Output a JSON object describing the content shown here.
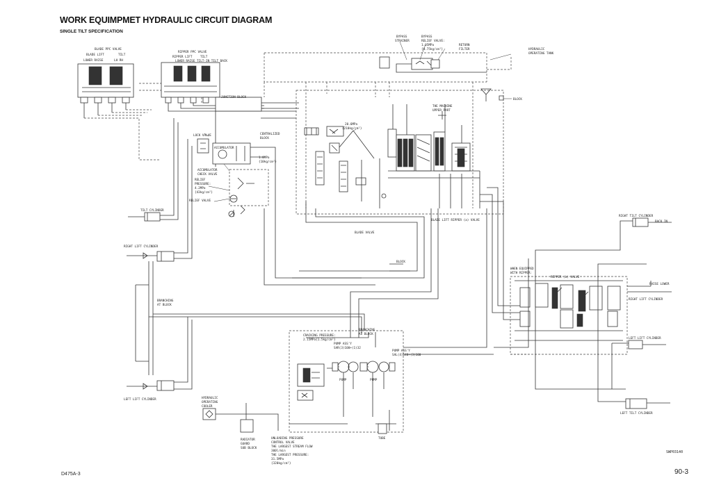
{
  "header": {
    "title": "WORK EQUIMPMET HYDRAULIC CIRCUIT DIAGRAM",
    "subtitle": "SINGLE TILT SPECIFICATION"
  },
  "footer": {
    "model": "D475A-3",
    "page": "90-3",
    "figure_code": "SWP03140"
  },
  "labels": {
    "blade_ppc": "BLADE PPC VALVE",
    "blade_lift": "BLADE LIFT",
    "tilt": "TILT",
    "lower_raise": "LOWER  RAISE",
    "lr": "LH  RH",
    "ripper_ppc": "RIPPER PPC VALVE",
    "ripper_lift": "RIPPER LIFT",
    "ripper_tilt": "TILT",
    "ripper_modes": "LOWER RAISE TILT-IN TILT BACK",
    "junction": "JUNCTION BLOCK",
    "lock_valve": "LOCK VALVE",
    "accumulator": "ACCUMULATOR",
    "centralized_1": "CENTRALIZED",
    "centralized_2": "BLOCK",
    "press_1mpa_1": "1.0MPa",
    "press_1mpa_2": "{10kg/cm²}",
    "acc_check_1": "ACCUMULATOR",
    "acc_check_2": "CHECK VALVE",
    "relief_1": "RELIEF",
    "relief_2": "PRESSURE:",
    "relief_3": "4.2MPa",
    "relief_4": "{43kg/cm²}",
    "relief_valve": "RELIEF VALVE",
    "bypass_strainer_1": "BYPASS",
    "bypass_strainer_2": "STRAINER",
    "bypass_relief_1": "BYPASS",
    "bypass_relief_2": "RELIEF VALVE:",
    "bypass_relief_3": "1.05MPa",
    "bypass_relief_4": "{0.75kg/cm²}",
    "return_filter_1": "RETURN",
    "return_filter_2": "FILTER",
    "tank_1": "HYDRAULIC",
    "tank_2": "OPERATING TANK",
    "block": "BLOCK",
    "upper_1": "THE MACHINE",
    "upper_2": "UPPER PART",
    "p20_1": "20.6MPa",
    "p20_2": "{210kg/cm²}",
    "blade_valve": "BLADE VALVE",
    "valve_strip": "BLADE LIFT RIPPER (a) VALVE",
    "tilt_cyl": "TILT CYLINDER",
    "rlift_cyl": "RIGHT LIFT CYLINDER",
    "branch_1": "BRANCHING",
    "branch_2": "AT BLOCK",
    "llift_cyl": "LEFT LIFT CYLINDER",
    "block_mid": "BLOCK",
    "rtilt_cyl": "RIGHT TILT CYLINDER",
    "back_in": "BACK   IN",
    "when_1": "WHEN EQUIPPED",
    "when_2": "WITH RIPPER:",
    "ripper_valve": "RIPPER (b) VALVE",
    "raise_lower": "RAISE  LOWER",
    "rlift_cyl_2": "RIGHT LIFT CYLINDER",
    "lift_cyl": "LEFT LIFT CYLINDER",
    "ltilt_cyl": "LEFT TILT CYLINDER",
    "crack_1": "CRACKING PRESSURE:",
    "crack_2": "2.15MPa{1.5kg/cm²}",
    "branch2_1": "BRANCHING",
    "branch2_2": "AT BLOCK",
    "pump1_1": "PUMP ASS'Y",
    "pump1_2": "SAR(3)100+(1)32",
    "pump2_1": "PUMP ASS'Y",
    "pump2_2": "SAL(4)140+(3)100",
    "pump": "PUMP",
    "pump_b": "PUMP",
    "cooler_1": "HYDRAULIC",
    "cooler_2": "OPERATING",
    "cooler_3": "COOLER",
    "rad_1": "RADIATOR",
    "rad_2": "GUARD",
    "rad_3": "SUB BLOCK",
    "unl_1": "UNLOADING PRESSURE",
    "unl_2": "CONTROL VALVE",
    "unl_3": "THE LARGEST STREAM FLOW",
    "unl_4": "300l/min",
    "unl_5": "THE LARGEST PRESSURE:",
    "unl_6": "31.5MPa",
    "unl_7": "{320kg/cm²}",
    "tube": "TUBE"
  }
}
